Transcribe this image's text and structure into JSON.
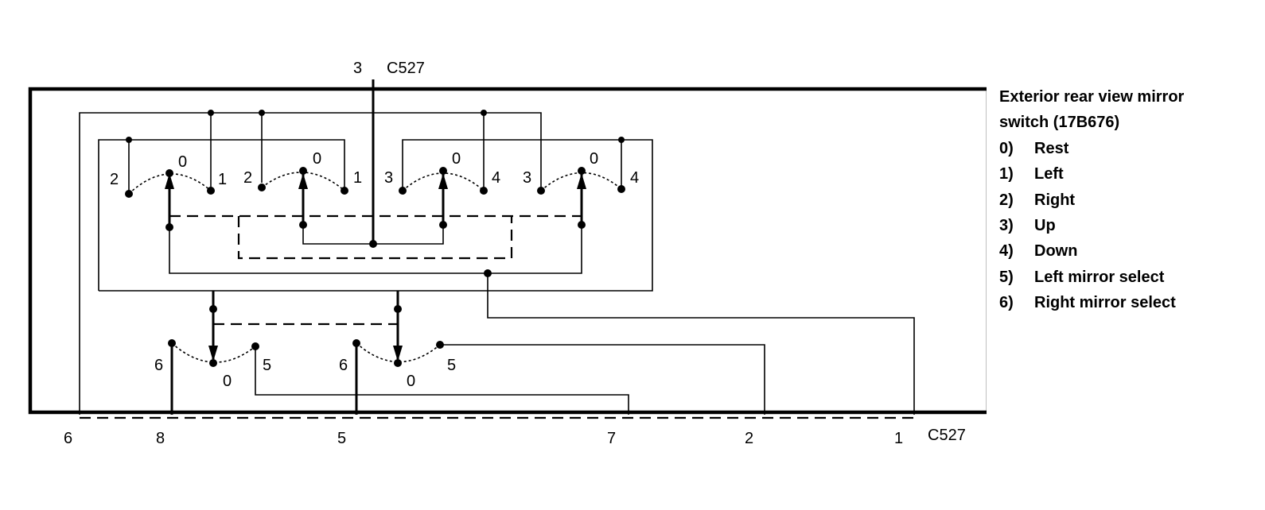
{
  "top_connector": {
    "pin": "3",
    "name": "C527"
  },
  "bottom_connector": {
    "name": "C527",
    "pins": [
      "6",
      "8",
      "5",
      "7",
      "2",
      "1"
    ]
  },
  "switch_labels": {
    "s1": {
      "left": "2",
      "center": "0",
      "right": "1"
    },
    "s2": {
      "left": "2",
      "center": "0",
      "right": "1"
    },
    "s3": {
      "left": "3",
      "center": "0",
      "right": "4"
    },
    "s4": {
      "left": "3",
      "center": "0",
      "right": "4"
    },
    "s5": {
      "left": "6",
      "center": "0",
      "right": "5"
    },
    "s6": {
      "left": "6",
      "center": "0",
      "right": "5"
    }
  },
  "legend": {
    "title_line1": "Exterior rear view mirror",
    "title_line2": "switch (17B676)",
    "items": [
      {
        "num": "0)",
        "label": "Rest"
      },
      {
        "num": "1)",
        "label": "Left"
      },
      {
        "num": "2)",
        "label": "Right"
      },
      {
        "num": "3)",
        "label": "Up"
      },
      {
        "num": "4)",
        "label": "Down"
      },
      {
        "num": "5)",
        "label": "Left mirror select"
      },
      {
        "num": "6)",
        "label": "Right mirror select"
      }
    ]
  }
}
